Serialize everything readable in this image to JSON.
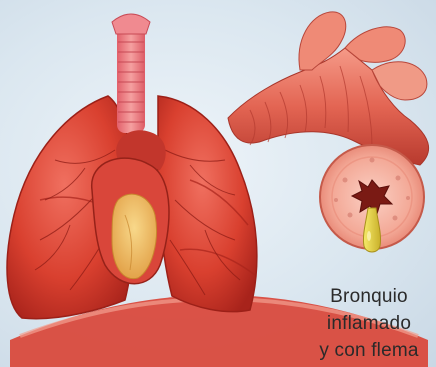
{
  "caption": {
    "lines": [
      "Bronquio",
      "inflamado",
      "y con flema"
    ]
  },
  "colors": {
    "background": "#dbe7f0",
    "lung": "#e04a3a",
    "lung_dark": "#b52a22",
    "trachea": "#f07a7a",
    "heart": "#d9463a",
    "fat": "#f0c070",
    "bronchus": "#ef7b6a",
    "mucus": "#e6d84a",
    "caption_text": "#2a2a2a"
  }
}
